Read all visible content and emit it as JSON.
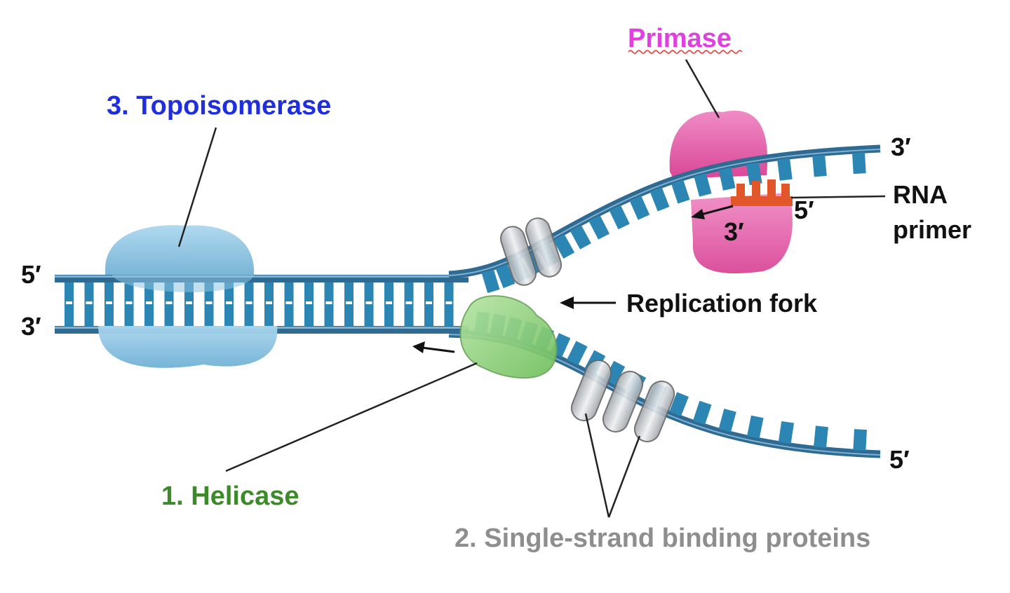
{
  "labels": {
    "primase": "Primase",
    "topoisomerase": "3. Topoisomerase",
    "helicase": "1. Helicase",
    "ssb": "2. Single-strand binding proteins",
    "replication_fork": "Replication fork",
    "rna_primer_line1": "RNA",
    "rna_primer_line2": "primer"
  },
  "strand_ends": {
    "left_top": "5′",
    "left_bottom": "3′",
    "upper_right": "3′",
    "lower_right": "5′",
    "primer_5": "5′",
    "primer_3": "3′"
  },
  "colors": {
    "dna_strand": "#2f6a93",
    "dna_rung": "#2c86b3",
    "topoisomerase": "#8fc4e0",
    "helicase": "#8ccf7a",
    "primase": "#e65aa8",
    "rna_primer": "#e2572a",
    "ssb": "#b9bec4",
    "primase_label": "#e040e0",
    "topoisomerase_label": "#1f2fe0",
    "helicase_label": "#3d8a2a",
    "ssb_label": "#8e8e8e"
  }
}
